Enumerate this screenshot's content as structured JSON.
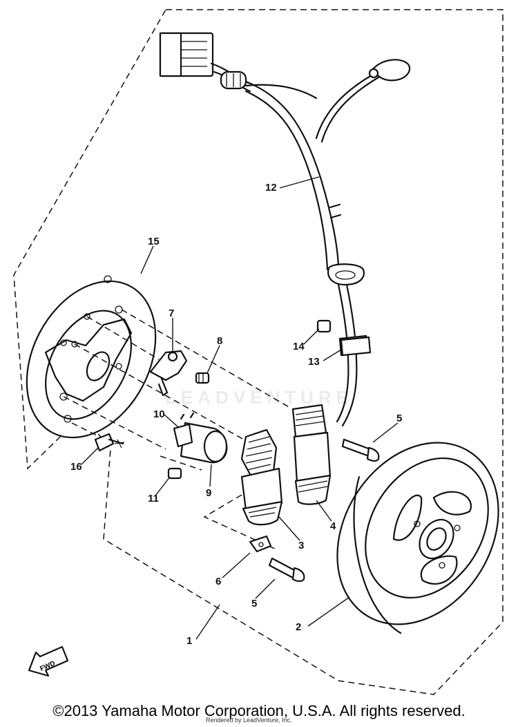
{
  "diagram": {
    "callouts": [
      {
        "id": "c1",
        "label": "1"
      },
      {
        "id": "c2",
        "label": "2"
      },
      {
        "id": "c3",
        "label": "3"
      },
      {
        "id": "c4",
        "label": "4"
      },
      {
        "id": "c5a",
        "label": "5"
      },
      {
        "id": "c5b",
        "label": "5"
      },
      {
        "id": "c6",
        "label": "6"
      },
      {
        "id": "c7",
        "label": "7"
      },
      {
        "id": "c8",
        "label": "8"
      },
      {
        "id": "c9",
        "label": "9"
      },
      {
        "id": "c10",
        "label": "10"
      },
      {
        "id": "c11",
        "label": "11"
      },
      {
        "id": "c12",
        "label": "12"
      },
      {
        "id": "c13",
        "label": "13"
      },
      {
        "id": "c14",
        "label": "14"
      },
      {
        "id": "c15",
        "label": "15"
      },
      {
        "id": "c16",
        "label": "16"
      }
    ],
    "fwd_label": "FWD",
    "watermark": "LEADVENTURE",
    "copyright": "©2013 Yamaha Motor Corporation, U.S.A. All rights reserved.",
    "rendered_by": "Rendered by LeadVenture, Inc."
  }
}
